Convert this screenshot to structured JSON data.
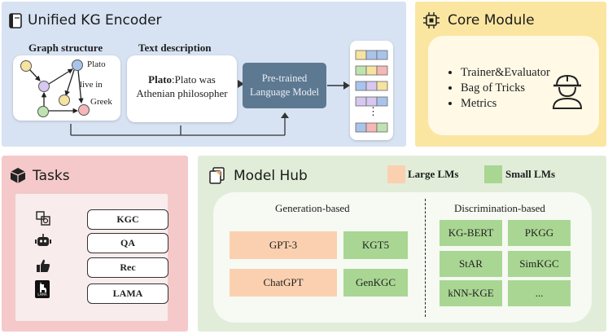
{
  "encoder": {
    "title": "Unified KG Encoder",
    "graph_heading": "Graph structure",
    "text_heading": "Text description",
    "node_plato": "Plato",
    "edge_label": "live in",
    "node_greek": "Greek",
    "text_bold": "Plato",
    "text_rest": ":Plato was",
    "text_line2": "Athenian philosopher",
    "plm_line1": "Pre-trained",
    "plm_line2": "Language Model",
    "ellipsis": "⋮",
    "colors": {
      "yellow": "#f6e3a0",
      "purple": "#d6c8f0",
      "blue": "#a9c4ea",
      "green": "#bfe3b0",
      "red": "#f5b7b7"
    }
  },
  "core": {
    "title": "Core Module",
    "items": [
      "Trainer&Evaluator",
      "Bag of Tricks",
      "Metrics"
    ]
  },
  "tasks": {
    "title": "Tasks",
    "items": [
      "KGC",
      "QA",
      "Rec",
      "LAMA"
    ],
    "lama_logo_text": "LAMA"
  },
  "hub": {
    "title": "Model Hub",
    "legend_large": "Large LMs",
    "legend_small": "Small LMs",
    "generation_heading": "Generation-based",
    "discrimination_heading": "Discrimination-based",
    "generation_models": [
      {
        "name": "GPT-3",
        "kind": "large"
      },
      {
        "name": "KGT5",
        "kind": "small"
      },
      {
        "name": "ChatGPT",
        "kind": "large"
      },
      {
        "name": "GenKGC",
        "kind": "small"
      }
    ],
    "discrimination_models": [
      "KG-BERT",
      "PKGG",
      "StAR",
      "SimKGC",
      "kNN-KGE",
      "..."
    ]
  }
}
